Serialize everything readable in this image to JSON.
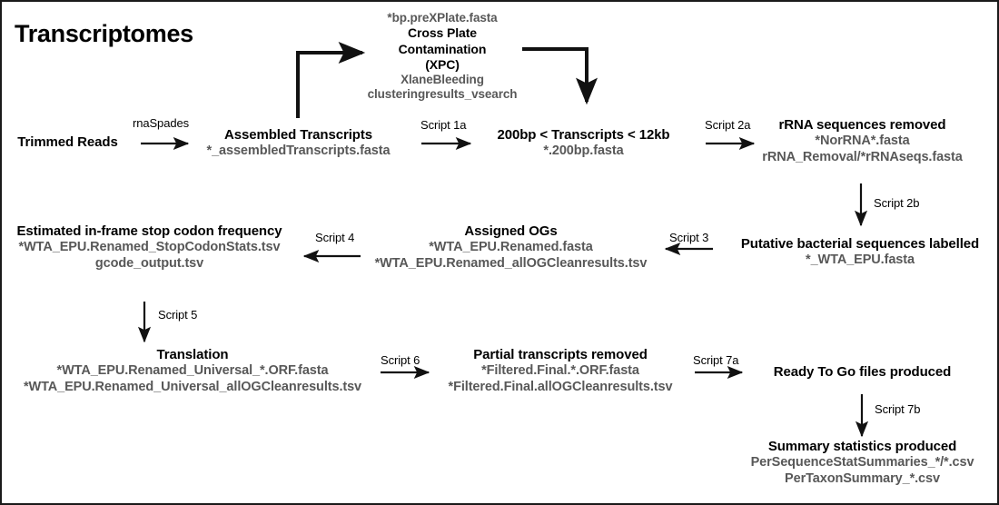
{
  "page": {
    "title": "Transcriptomes",
    "colors": {
      "text_primary": "#000000",
      "text_secondary": "#585858",
      "border": "#1a1a1a",
      "background": "#ffffff"
    }
  },
  "nodes": {
    "trimmed_reads": {
      "title": "Trimmed Reads",
      "files": []
    },
    "assembled": {
      "title": "Assembled Transcripts",
      "files": [
        "*_assembledTranscripts.fasta"
      ]
    },
    "xpc": {
      "title_line1": "Cross Plate",
      "title_line2": "Contamination",
      "title_line3": "(XPC)",
      "file_above": "*bp.preXPlate.fasta",
      "files": [
        "XlaneBleeding",
        "clusteringresults_vsearch"
      ]
    },
    "length_filter": {
      "title": "200bp < Transcripts < 12kb",
      "files": [
        "*.200bp.fasta"
      ]
    },
    "rrna_removed": {
      "title": "rRNA sequences removed",
      "files": [
        "*NorRNA*.fasta",
        "rRNA_Removal/*rRNAseqs.fasta"
      ]
    },
    "bacterial": {
      "title": "Putative bacterial sequences labelled",
      "files": [
        "*_WTA_EPU.fasta"
      ]
    },
    "assigned_ogs": {
      "title": "Assigned OGs",
      "files": [
        "*WTA_EPU.Renamed.fasta",
        "*WTA_EPU.Renamed_allOGCleanresults.tsv"
      ]
    },
    "stop_codon": {
      "title": "Estimated in-frame stop codon frequency",
      "files": [
        "*WTA_EPU.Renamed_StopCodonStats.tsv",
        "gcode_output.tsv"
      ]
    },
    "translation": {
      "title": "Translation",
      "files": [
        "*WTA_EPU.Renamed_Universal_*.ORF.fasta",
        "*WTA_EPU.Renamed_Universal_allOGCleanresults.tsv"
      ]
    },
    "partial_removed": {
      "title": "Partial transcripts removed",
      "files": [
        "*Filtered.Final.*.ORF.fasta",
        "*Filtered.Final.allOGCleanresults.tsv"
      ]
    },
    "ready_to_go": {
      "title": "Ready To Go files produced",
      "files": []
    },
    "summary_stats": {
      "title": "Summary statistics produced",
      "files": [
        "PerSequenceStatSummaries_*/*.csv",
        "PerTaxonSummary_*.csv"
      ]
    }
  },
  "arrow_labels": {
    "rnaspades": "rnaSpades",
    "script_1a": "Script 1a",
    "script_2a": "Script 2a",
    "script_2b": "Script 2b",
    "script_3": "Script 3",
    "script_4": "Script 4",
    "script_5": "Script 5",
    "script_6": "Script 6",
    "script_7a": "Script 7a",
    "script_7b": "Script 7b"
  }
}
